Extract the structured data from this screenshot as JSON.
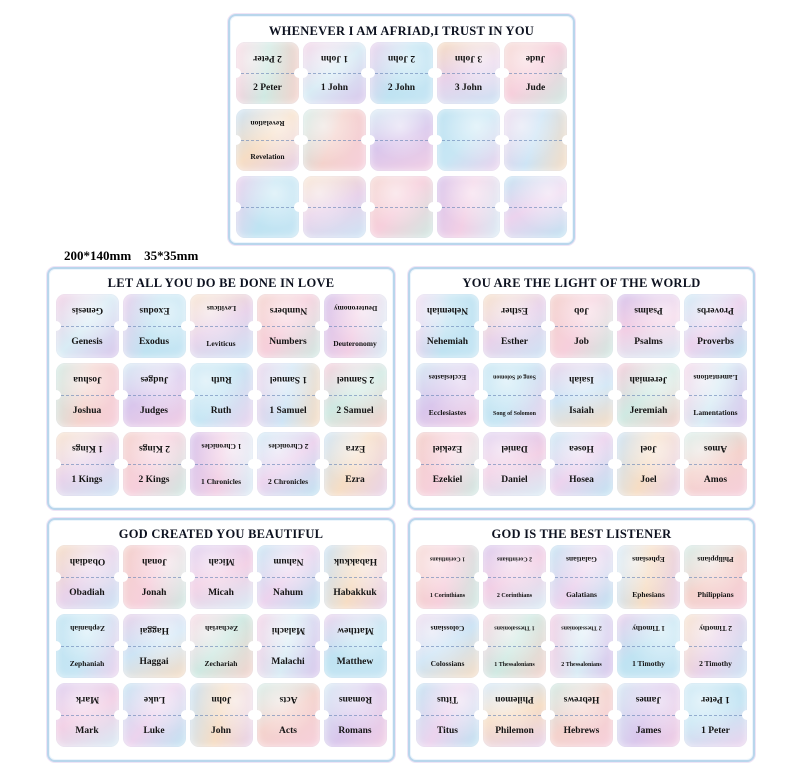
{
  "size_note": "200*140mm    35*35mm",
  "colors": {
    "panel_border": "#b9d6ec",
    "title_text": "#0d1220",
    "tab_text": "#141414",
    "fold_line": "#6482b4"
  },
  "palette": [
    "#f6cfdc",
    "#d9c6ec",
    "#bfe3f2",
    "#f6ddc4",
    "#cfe9e2",
    "#f2cfe5",
    "#c7e6f4",
    "#e8d2ea",
    "#f4d2cc",
    "#d9ecf5",
    "#ecd3ee",
    "#cde4f5"
  ],
  "panels": [
    {
      "title": "WHENEVER I AM AFRIAD,I TRUST IN YOU",
      "rows": [
        [
          "2 Peter",
          "1 John",
          "2 John",
          "3 John",
          "Jude"
        ],
        [
          "Revelation",
          "",
          "",
          "",
          ""
        ],
        [
          "",
          "",
          "",
          "",
          ""
        ]
      ]
    },
    {
      "title": "LET ALL YOU DO BE DONE IN LOVE",
      "rows": [
        [
          "Genesis",
          "Exodus",
          "Leviticus",
          "Numbers",
          "Deuteronomy"
        ],
        [
          "Joshua",
          "Judges",
          "Ruth",
          "1 Samuel",
          "2 Samuel"
        ],
        [
          "1 Kings",
          "2 Kings",
          "1 Chronicles",
          "2 Chronicles",
          "Ezra"
        ]
      ]
    },
    {
      "title": "YOU ARE THE LIGHT OF THE WORLD",
      "rows": [
        [
          "Nehemiah",
          "Esther",
          "Job",
          "Psalms",
          "Proverbs"
        ],
        [
          "Ecclesiastes",
          "Song of Solomon",
          "Isaiah",
          "Jeremiah",
          "Lamentations"
        ],
        [
          "Ezekiel",
          "Daniel",
          "Hosea",
          "Joel",
          "Amos"
        ]
      ]
    },
    {
      "title": "GOD CREATED YOU BEAUTIFUL",
      "rows": [
        [
          "Obadiah",
          "Jonah",
          "Micah",
          "Nahum",
          "Habakkuk"
        ],
        [
          "Zephaniah",
          "Haggai",
          "Zechariah",
          "Malachi",
          "Matthew"
        ],
        [
          "Mark",
          "Luke",
          "John",
          "Acts",
          "Romans"
        ]
      ]
    },
    {
      "title": "GOD IS THE BEST LISTENER",
      "rows": [
        [
          "1 Corinthians",
          "2 Corinthians",
          "Galatians",
          "Ephesians",
          "Philippians"
        ],
        [
          "Colossians",
          "1 Thessalonians",
          "2 Thessalonians",
          "1 Timothy",
          "2 Timothy"
        ],
        [
          "Titus",
          "Philemon",
          "Hebrews",
          "James",
          "1 Peter"
        ]
      ]
    }
  ]
}
